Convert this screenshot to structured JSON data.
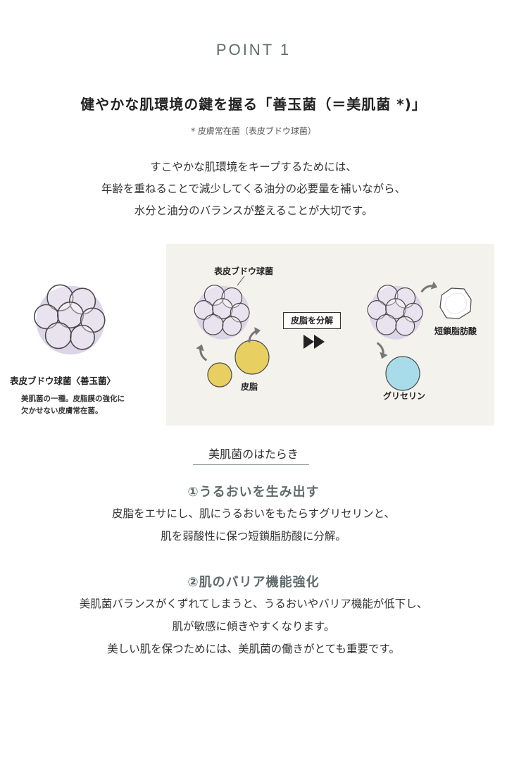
{
  "header": {
    "point_label": "POINT 1",
    "headline": "健やかな肌環境の鍵を握る「善玉菌（＝美肌菌 *)」",
    "footnote": "* 皮膚常在菌（表皮ブドウ球菌）"
  },
  "intro": {
    "lines": [
      "すこやかな肌環境をキープするためには、",
      "年齢を重ねることで減少してくる油分の必要量を補いながら、",
      "水分と油分のバランスが整えることが大切です。"
    ]
  },
  "figure": {
    "left": {
      "title": "表皮ブドウ球菌〈善玉菌〉",
      "desc_lines": [
        "美肌菌の一種。皮脂膜の強化に",
        "欠かせない皮膚常在菌。"
      ]
    },
    "diagram": {
      "bacteria_label": "表皮ブドウ球菌",
      "sebum_label": "皮脂",
      "action_label": "皮脂を分解",
      "glycerin_label": "グリセリン",
      "fatty_acid_label": "短鎖脂肪酸"
    },
    "colors": {
      "panel_bg": "#f4f2ec",
      "bacteria": "#ded4e8",
      "sebum": "#e8cf62",
      "glycerin": "#a9dcea",
      "arrow": "#777777"
    }
  },
  "section": {
    "title": "美肌菌のはたらき",
    "items": [
      {
        "title": "①うるおいを生み出す",
        "lines": [
          "皮脂をエサにし、肌にうるおいをもたらすグリセリンと、",
          "肌を弱酸性に保つ短鎖脂肪酸に分解。"
        ]
      },
      {
        "title": "②肌のバリア機能強化",
        "lines": [
          "美肌菌バランスがくずれてしまうと、うるおいやバリア機能が低下し、",
          "肌が敏感に傾きやすくなります。",
          "美しい肌を保つためには、美肌菌の働きがとても重要です。"
        ]
      }
    ]
  }
}
